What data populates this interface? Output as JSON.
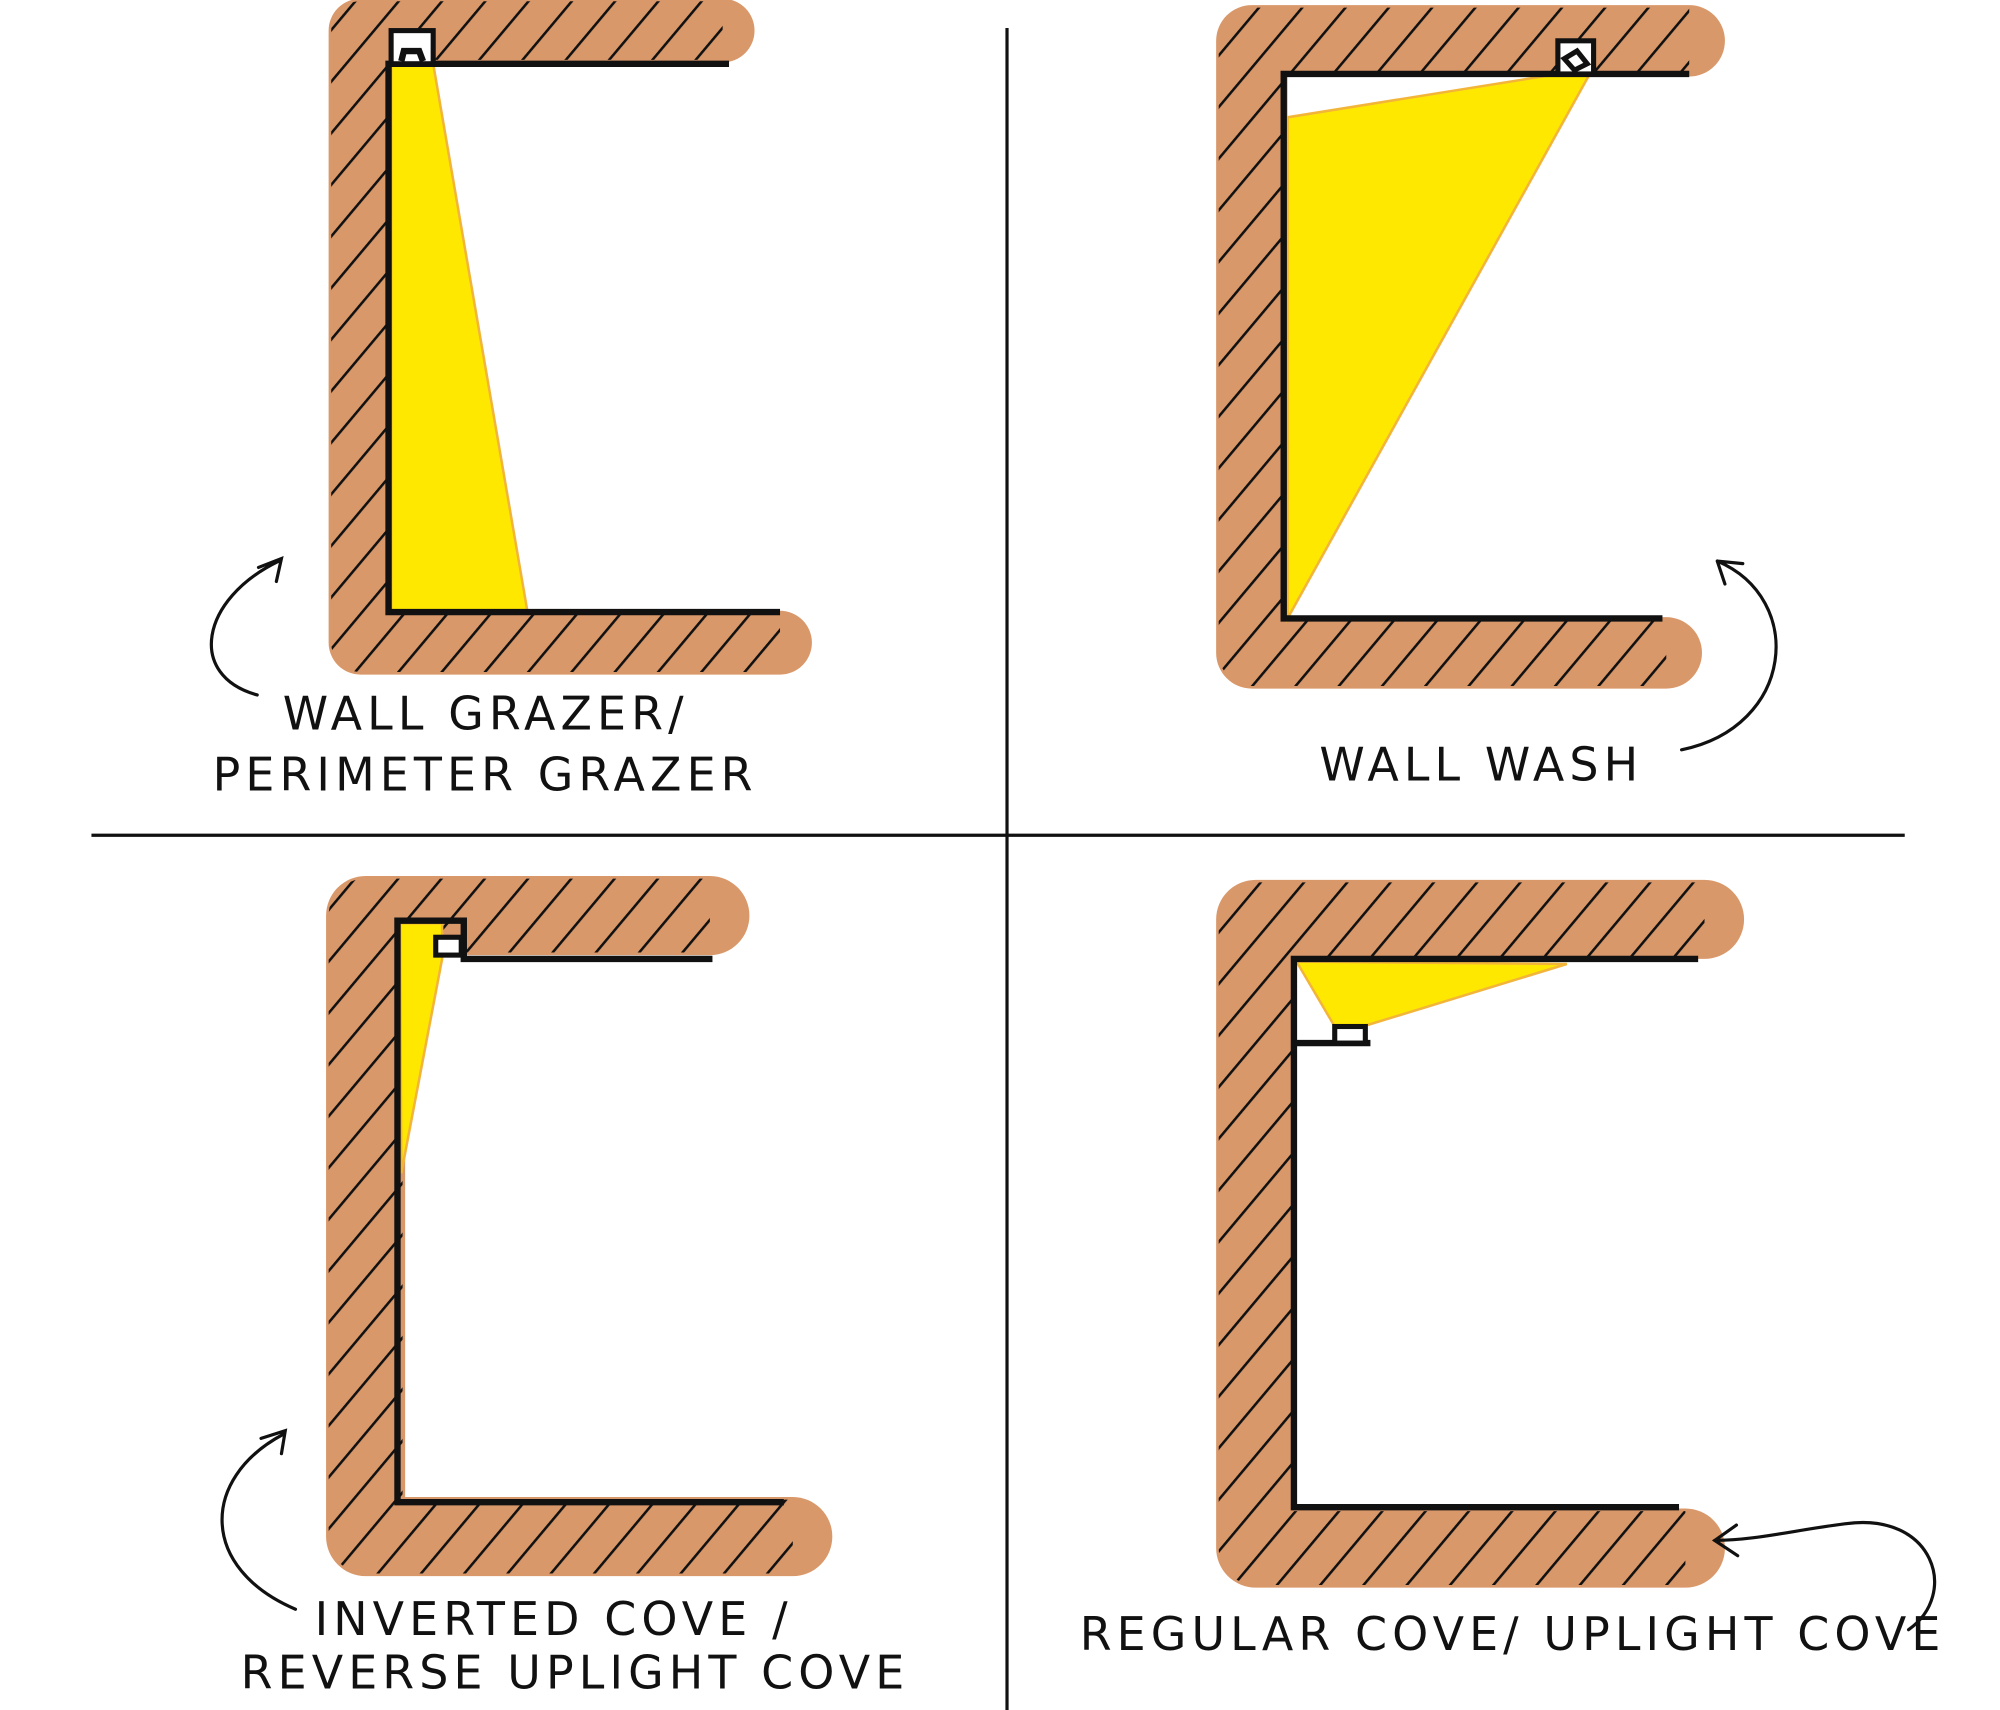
{
  "panels": [
    {
      "id": "wall-grazer",
      "label_lines": [
        "WALL GRAZER/",
        "PERIMETER GRAZER"
      ]
    },
    {
      "id": "wall-wash",
      "label_lines": [
        "WALL  WASH"
      ]
    },
    {
      "id": "inverted-cove",
      "label_lines": [
        "INVERTED COVE /",
        "REVERSE UPLIGHT COVE"
      ]
    },
    {
      "id": "regular-cove",
      "label_lines": [
        "REGULAR COVE/ UPLIGHT COVE"
      ]
    }
  ],
  "colors": {
    "wall": "#D9986A",
    "light": "#FFE800",
    "ink": "#111111"
  }
}
